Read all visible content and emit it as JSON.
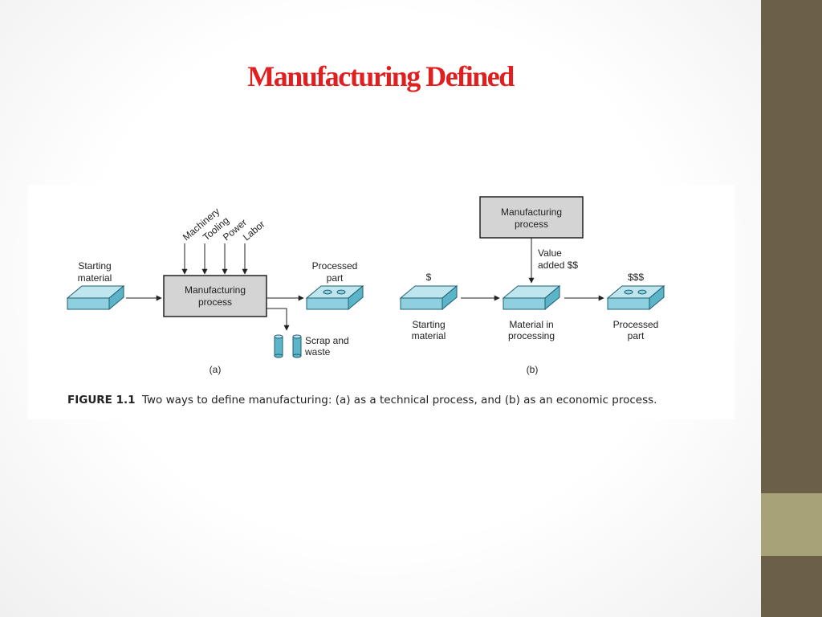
{
  "slide": {
    "title": "Manufacturing Defined"
  },
  "figure": {
    "a": {
      "inputs": [
        "Machinery",
        "Tooling",
        "Power",
        "Labor"
      ],
      "starting_material": [
        "Starting",
        "material"
      ],
      "process": [
        "Manufacturing",
        "process"
      ],
      "processed_part": [
        "Processed",
        "part"
      ],
      "scrap": [
        "Scrap and",
        "waste"
      ],
      "label": "(a)"
    },
    "b": {
      "process": [
        "Manufacturing",
        "process"
      ],
      "value_added": [
        "Value",
        "added $$"
      ],
      "price_start": "$",
      "price_end": "$$$",
      "starting_material": [
        "Starting",
        "material"
      ],
      "material_in_processing": [
        "Material in",
        "processing"
      ],
      "processed_part": [
        "Processed",
        "part"
      ],
      "label": "(b)"
    },
    "caption": {
      "label": "FIGURE 1.1",
      "text": "Two ways to define manufacturing: (a) as a technical process, and (b) as an economic process."
    }
  },
  "colors": {
    "title": "#e02020",
    "sidebar_dark": "#6b5f48",
    "sidebar_light": "#a8a279",
    "block_top": "#bfe6ee",
    "block_front": "#8fd0e0",
    "block_side": "#5cb4c8",
    "process_box": "#d4d4d4"
  }
}
